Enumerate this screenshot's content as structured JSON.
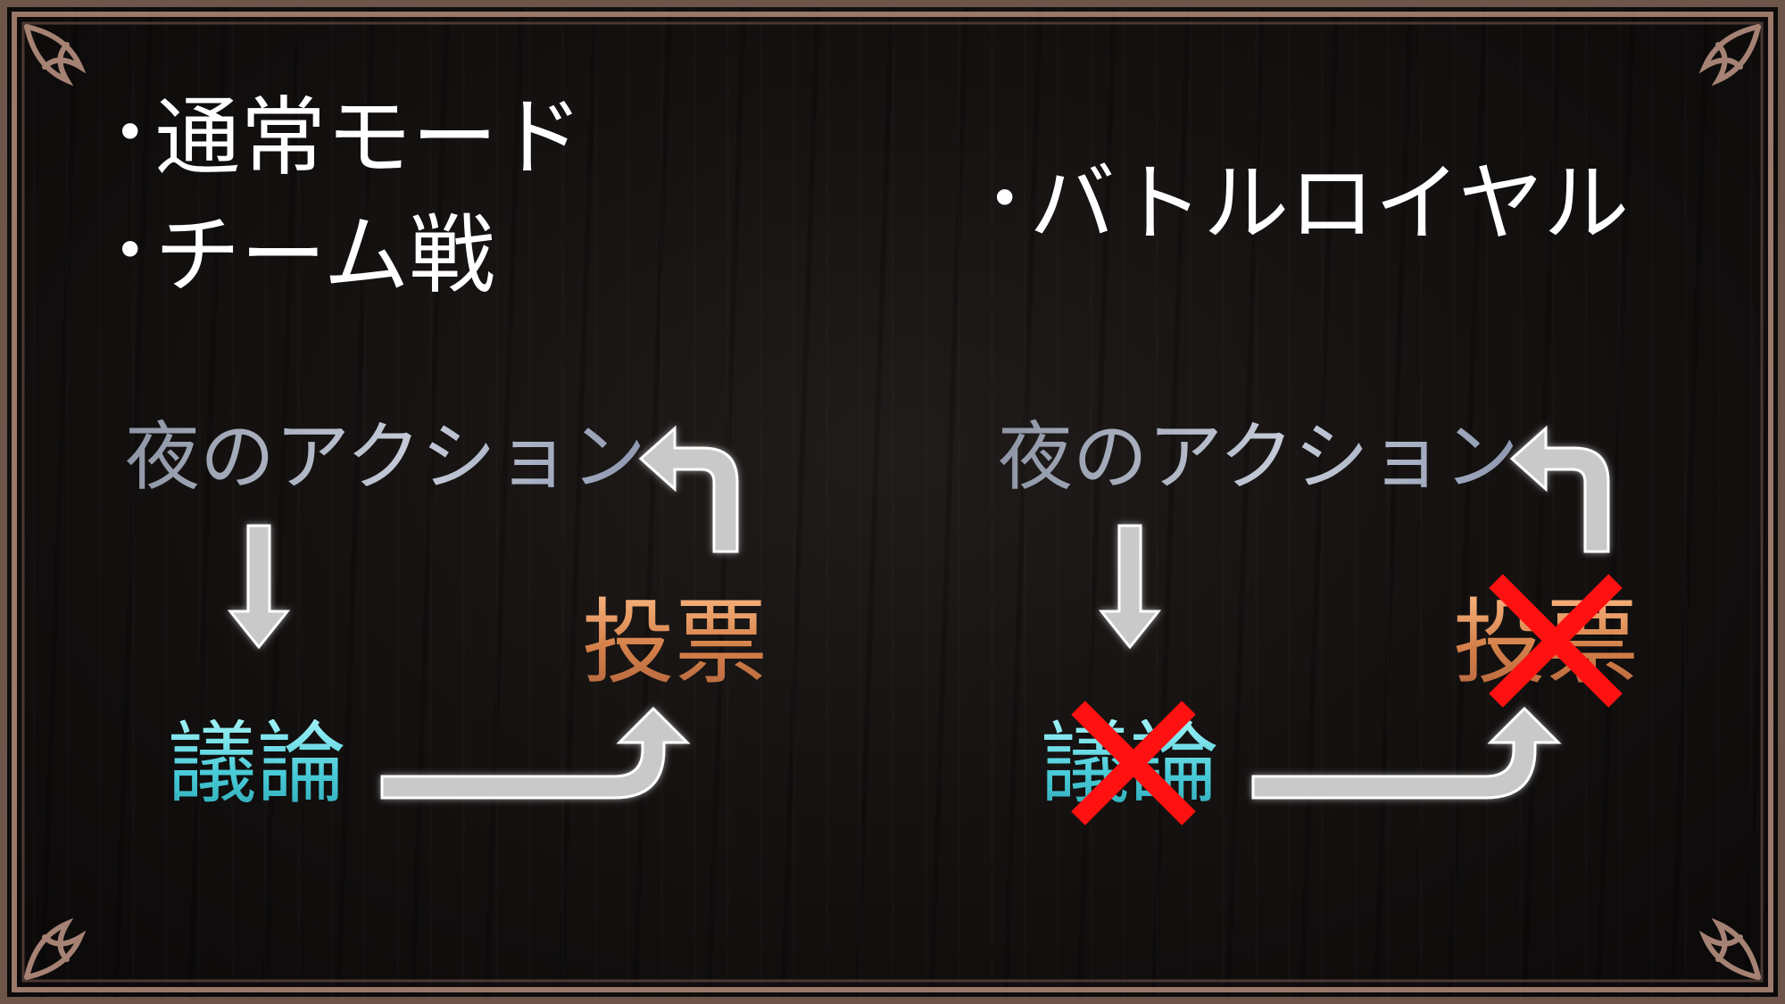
{
  "left": {
    "bullets": [
      "通常モード",
      "チーム戦"
    ],
    "flow": {
      "night": "夜のアクション",
      "vote": "投票",
      "discuss": "議論"
    }
  },
  "right": {
    "bullets": [
      "バトルロイヤル"
    ],
    "flow": {
      "night": "夜のアクション",
      "vote": "投票",
      "discuss": "議論"
    },
    "crossed_out": [
      "議論",
      "投票"
    ]
  },
  "bullet_glyph": "•",
  "colors": {
    "background": "#151211",
    "frame": "#8a6a5c",
    "night_text": "#aeb6c8",
    "vote_text": "#d98a55",
    "discuss_text": "#6fdce6",
    "arrow": "#c9c9c9",
    "cross": "#ff1111"
  }
}
